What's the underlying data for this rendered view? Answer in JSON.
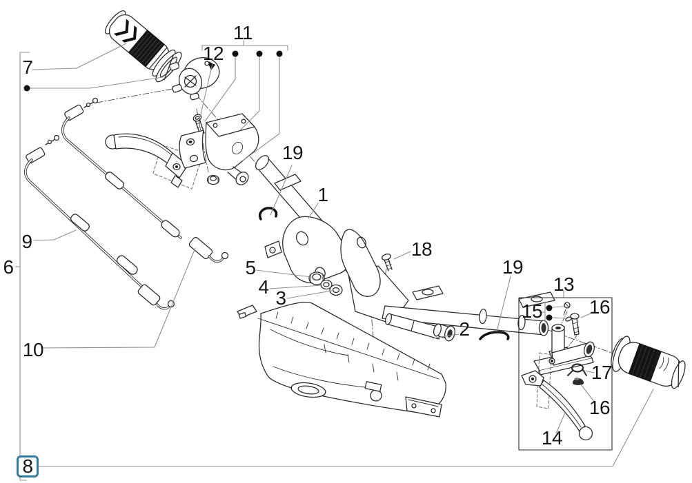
{
  "diagram": {
    "kind": "exploded-parts-diagram",
    "subject": "handlebar-assembly",
    "highlight_color": "#2e7ba4",
    "ink_color": "#2b2b2b",
    "leader_color": "#8f8f8f",
    "background_color": "#ffffff",
    "selected_callout": "8"
  },
  "callouts": {
    "1": "1",
    "2": "2",
    "3": "3",
    "4": "4",
    "5": "5",
    "6": "6",
    "7": "7",
    "8": "8",
    "9": "9",
    "10": "10",
    "11": "11",
    "12": "12",
    "13": "13",
    "14": "14",
    "15": "15",
    "16": "16",
    "17": "17",
    "18": "18",
    "19": "19"
  }
}
